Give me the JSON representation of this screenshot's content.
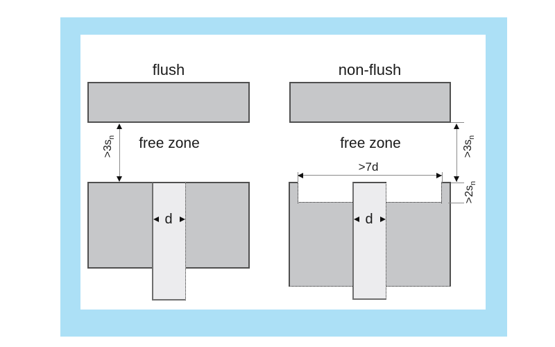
{
  "colors": {
    "frame_blue": "#ace0f6",
    "block_gray": "#c6c7c9",
    "sensor_gray": "#ececee",
    "border_dark": "#4f4f4f",
    "dimension_line": "#8a8a8a",
    "text": "#1a1a1a"
  },
  "left": {
    "title": "flush",
    "free_zone": "free zone",
    "gap_dim": ">3s",
    "gap_dim_sub": "n",
    "diameter": "d"
  },
  "right": {
    "title": "non-flush",
    "free_zone": "free zone",
    "gap_dim": ">3s",
    "gap_dim_sub": "n",
    "width_dim": ">7d",
    "depth_dim": ">2s",
    "depth_dim_sub": "n",
    "diameter": "d"
  }
}
